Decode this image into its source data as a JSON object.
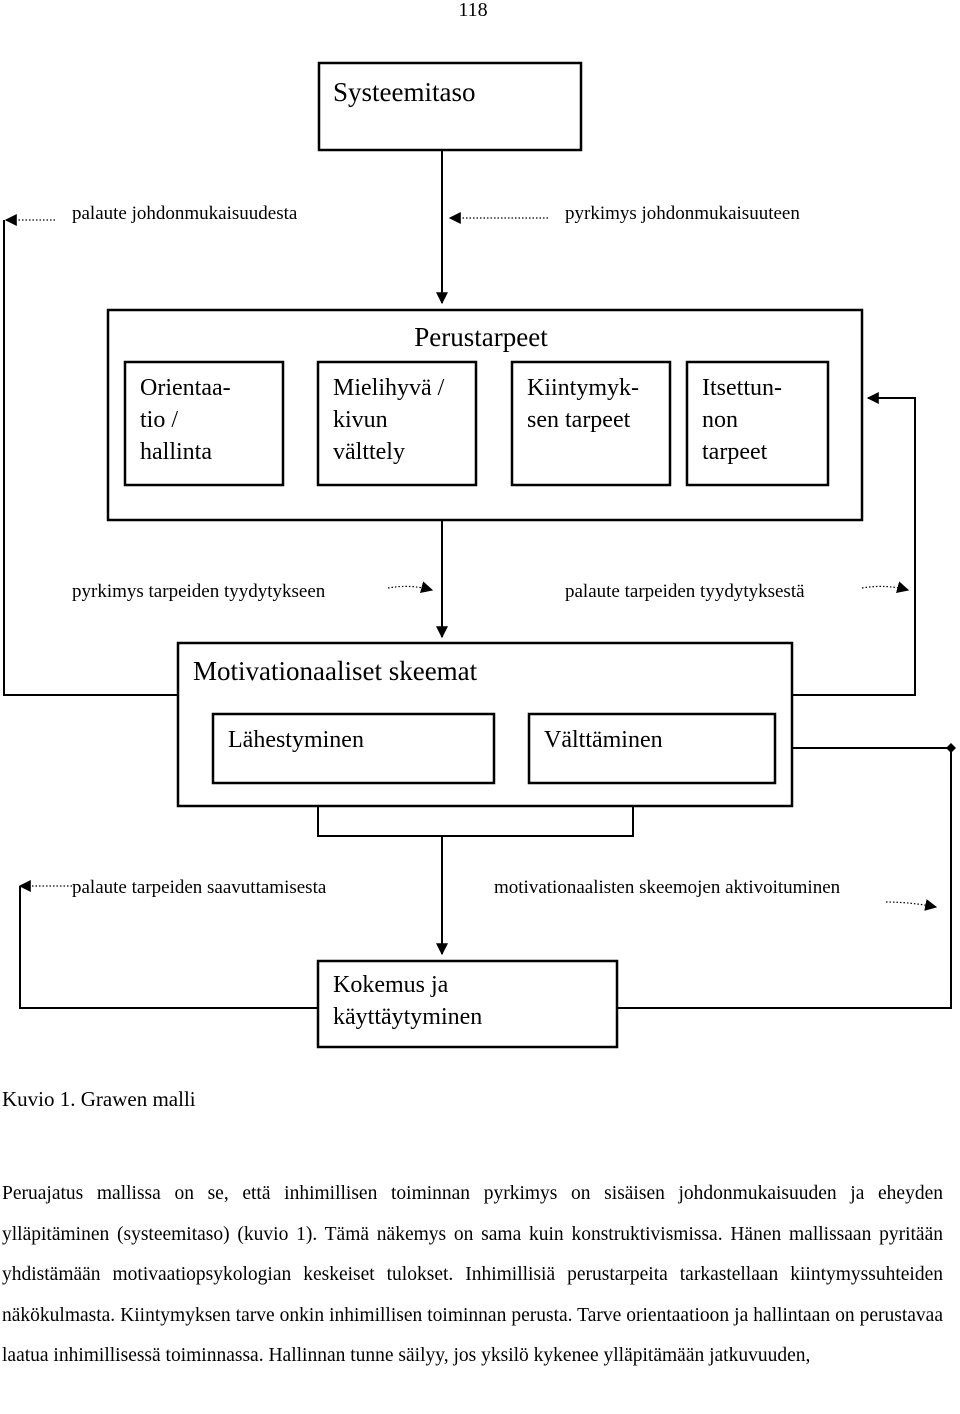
{
  "page_number": "118",
  "system_level": {
    "title": "Systeemitaso"
  },
  "feedback_consistency": "palaute johdonmukaisuudesta",
  "strive_consistency": "pyrkimys johdonmukaisuuteen",
  "basic_needs": {
    "title": "Perustarpeet",
    "items": [
      [
        "Orientaa-",
        "tio /",
        "hallinta"
      ],
      [
        "Mielihyvä /",
        "kivun",
        "välttely"
      ],
      [
        "Kiintymyk-",
        "sen tarpeet"
      ],
      [
        "Itsettun-",
        "non",
        "tarpeet"
      ]
    ]
  },
  "strive_needs": "pyrkimys tarpeiden tyydytykseen",
  "feedback_needs": "palaute tarpeiden tyydytyksestä",
  "motivational_schemas": {
    "title": "Motivationaaliset skeemat",
    "approach": "Lähestyminen",
    "avoidance": "Välttäminen"
  },
  "feedback_attainment": "palaute tarpeiden saavuttamisesta",
  "schema_activation": "motivationaalisten skeemojen aktivoituminen",
  "experience": [
    "Kokemus ja",
    "käyttäytyminen"
  ],
  "caption": "Kuvio 1. Grawen malli",
  "paragraph": "Peruajatus mallissa on se, että inhimillisen toiminnan pyrkimys on sisäisen johdonmukaisuuden ja eheyden ylläpitäminen (systeemitaso) (kuvio 1). Tämä näkemys on sama kuin konstruktivismissa. Hänen mallissaan pyritään yhdistämään motivaatiopsykologian keskeiset tulokset. Inhimillisiä perustarpeita tarkastellaan kiintymyssuhteiden näkökulmasta. Kiintymyksen tarve onkin inhimillisen toiminnan perusta. Tarve orientaatioon ja hallintaan on perustavaa laatua inhimillisessä toiminnassa. Hallinnan tunne säilyy, jos yksilö kykenee ylläpitämään jatkuvuuden,"
}
